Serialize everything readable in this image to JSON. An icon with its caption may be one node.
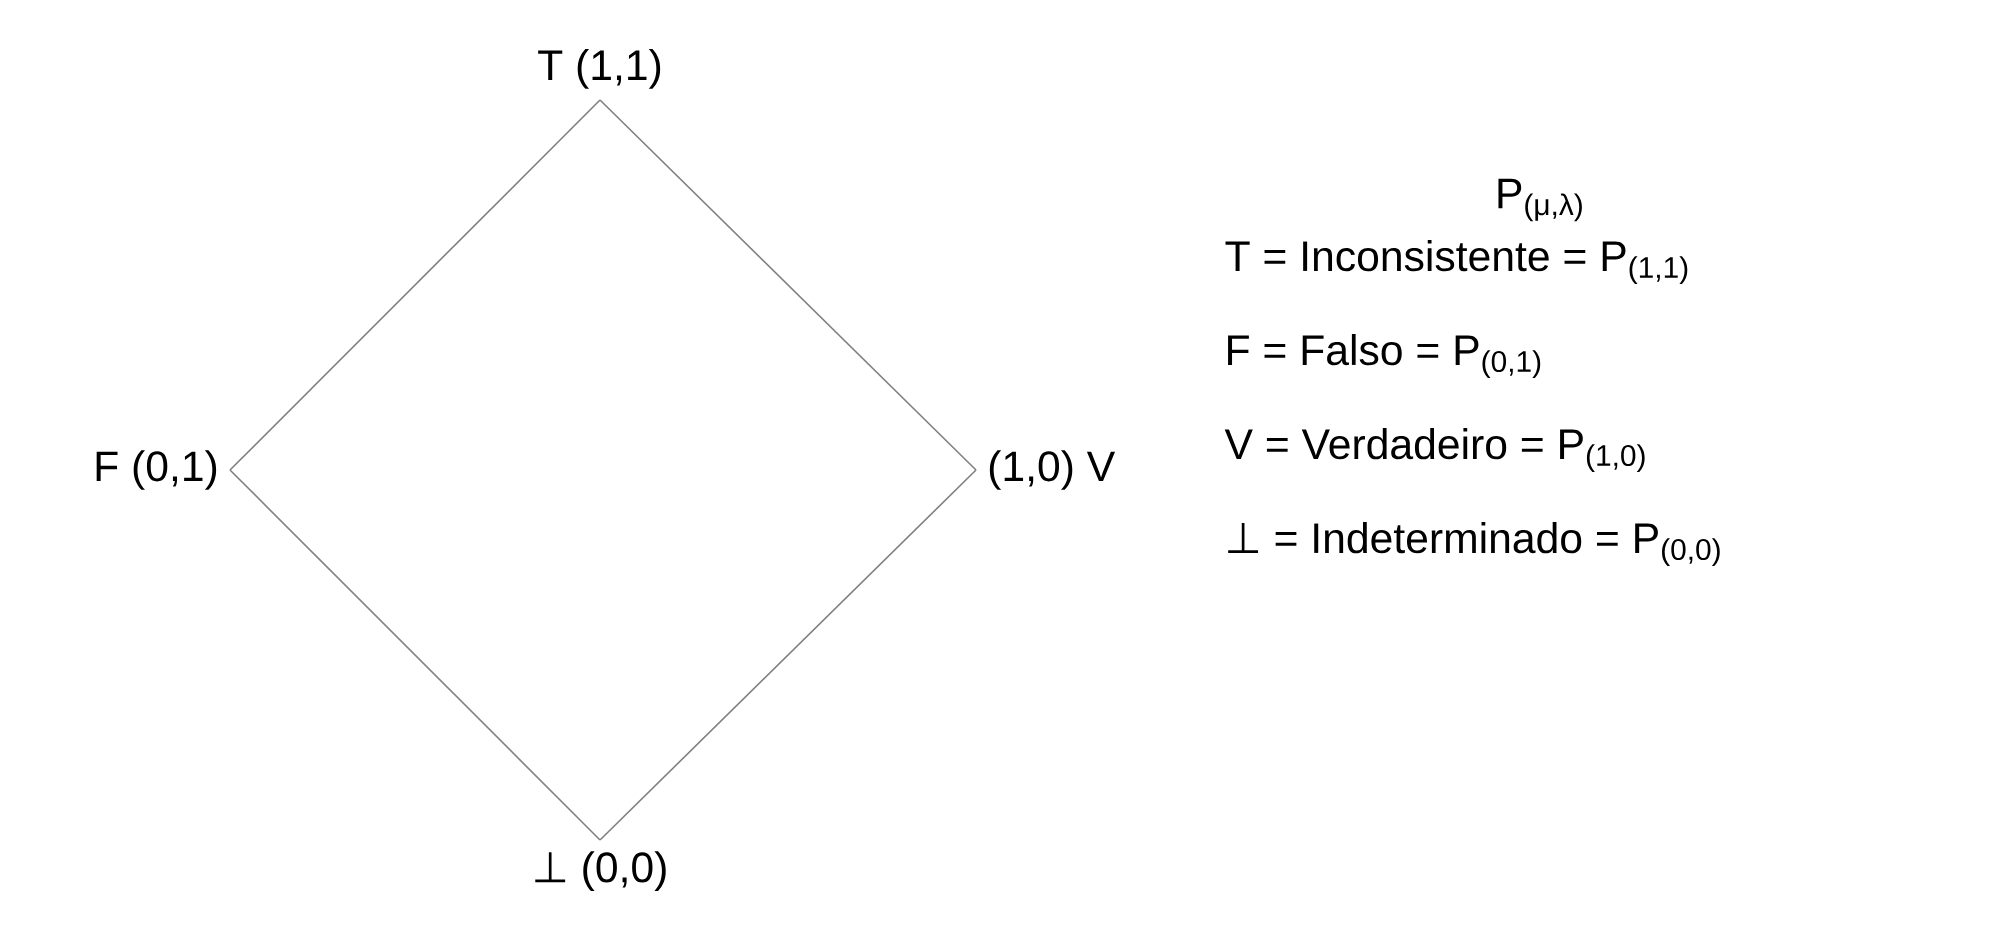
{
  "diagram": {
    "nodes": [
      {
        "text": [
          "T (1,1)"
        ]
      },
      {
        "text": [
          "F (0,1)"
        ]
      },
      {
        "text": [
          "(1,0) V"
        ]
      },
      {
        "text": [
          "⊥ (0,0)"
        ]
      }
    ],
    "edges": [
      {
        "from": 0,
        "to": 1,
        "arrow": "none"
      },
      {
        "from": 0,
        "to": 2,
        "arrow": "none"
      },
      {
        "from": 1,
        "to": 3,
        "arrow": "none"
      },
      {
        "from": 2,
        "to": 3,
        "arrow": "none"
      }
    ],
    "labels": [
      "P$_{(μ,λ)}$",
      "T = Inconsistente = P$_{(1,1)}$",
      "F = Falso = P$_{(0,1)}$",
      "V = Verdadeiro = P$_{(1,0)}$",
      "⊥ = Indeterminado = P$_{(0,0)}$"
    ]
  }
}
